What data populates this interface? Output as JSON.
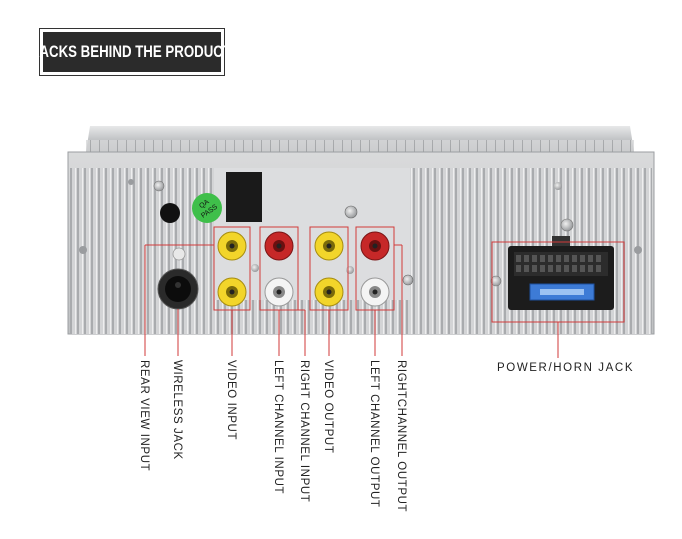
{
  "header": {
    "title": "JACKS BEHIND THE PRODUCT"
  },
  "badge": {
    "line1": "QA",
    "line2": "PASS"
  },
  "labels": {
    "rear_view_input": "REAR VIEW INPUT",
    "wireless_jack": "WIRELESS JACK",
    "video_input": "VIDEO INPUT",
    "left_channel_input": "LEFT CHANNEL INPUT",
    "right_channel_input": "RIGHT CHANNEL INPUT",
    "video_output": "VIDEO OUTPUT",
    "left_channel_output": "LEFT CHANNEL OUTPUT",
    "right_channel_output": "RIGHTCHANNEL OUTPUT",
    "power_horn_jack": "POWER/HORN JACK"
  },
  "colors": {
    "callout": "#d23a3a",
    "rca_yellow": "#f2d52a",
    "rca_red": "#c62828",
    "rca_white": "#f4f4f4",
    "badge_green": "#3fbf4a",
    "chassis": "#c9cacb"
  }
}
